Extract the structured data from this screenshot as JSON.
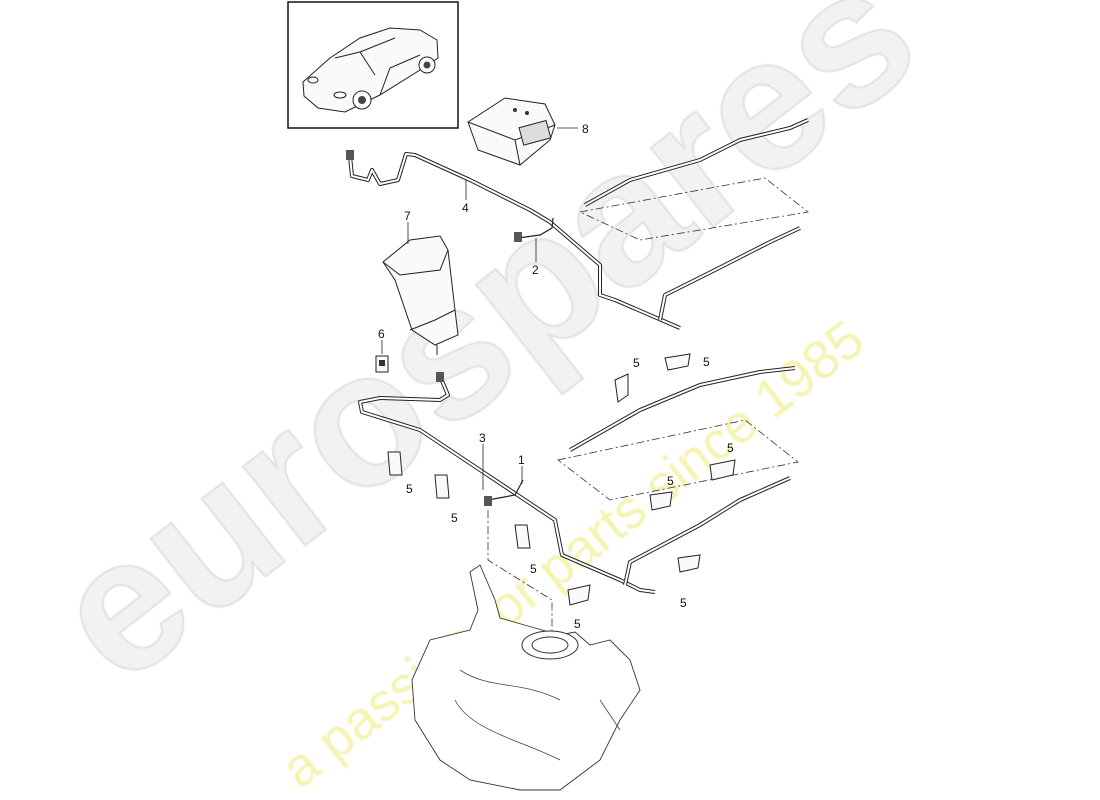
{
  "diagram": {
    "watermark": {
      "brand": "eurospares",
      "tagline": "a passion for parts since 1985",
      "tagline_color": "#f4f4b4"
    },
    "callouts": [
      {
        "id": "c8",
        "text": "8"
      },
      {
        "id": "c4",
        "text": "4"
      },
      {
        "id": "c7",
        "text": "7"
      },
      {
        "id": "c2",
        "text": "2"
      },
      {
        "id": "c6",
        "text": "6"
      },
      {
        "id": "c5a",
        "text": "5"
      },
      {
        "id": "c5b",
        "text": "5"
      },
      {
        "id": "c3",
        "text": "3"
      },
      {
        "id": "c1",
        "text": "1"
      },
      {
        "id": "c5c",
        "text": "5"
      },
      {
        "id": "c5d",
        "text": "5"
      },
      {
        "id": "c5e",
        "text": "5"
      },
      {
        "id": "c5f",
        "text": "5"
      },
      {
        "id": "c5g",
        "text": "5"
      },
      {
        "id": "c5h",
        "text": "5"
      },
      {
        "id": "c5i",
        "text": "5"
      }
    ]
  }
}
